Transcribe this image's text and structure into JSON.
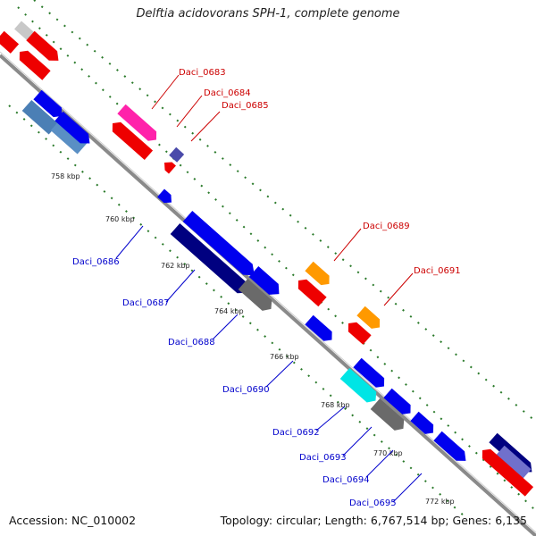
{
  "title": "Delftia acidovorans SPH-1, complete genome",
  "footer": {
    "accession": "Accession: NC_010002",
    "summary": "Topology: circular; Length: 6,767,514 bp; Genes: 6,135"
  },
  "ticks": [
    "758 kbp",
    "760 kbp",
    "762 kbp",
    "764 kbp",
    "766 kbp",
    "768 kbp",
    "770 kbp",
    "772 kbp"
  ],
  "genes_top": [
    "Daci_0683",
    "Daci_0684",
    "Daci_0685",
    "Daci_0689",
    "Daci_0691"
  ],
  "genes_bottom": [
    "Daci_0686",
    "Daci_0687",
    "Daci_0688",
    "Daci_0690",
    "Daci_0692",
    "Daci_0693",
    "Daci_0694",
    "Daci_0695"
  ],
  "colors": {
    "red_label": "#cc0000",
    "blue_label": "#0000cc",
    "backbone": "#808080",
    "dots": "#2a7a2a"
  }
}
